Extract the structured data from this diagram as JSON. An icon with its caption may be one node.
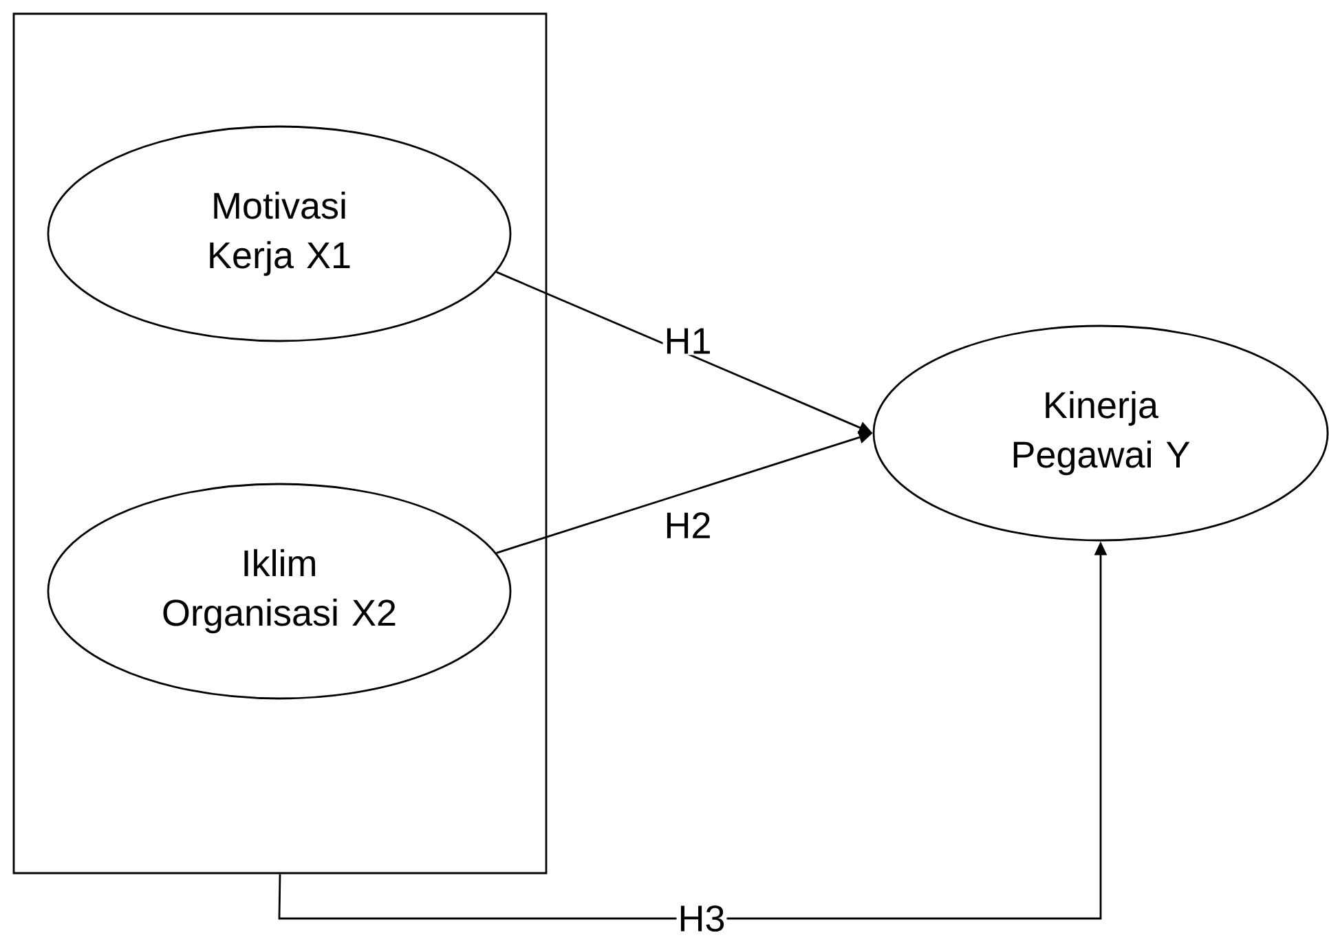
{
  "diagram": {
    "nodes": [
      {
        "text": [],
        "shape": "box"
      },
      {
        "text": [
          "Motivasi Kerja X1"
        ],
        "in": 0
      },
      {
        "text": [
          "Iklim Organisasi X2"
        ],
        "in": 0
      },
      {
        "text": [
          "Kinerja Pegawai Y"
        ]
      }
    ],
    "edges": [
      {
        "from": 1,
        "to": 3,
        "arrow": "to",
        "label": "H1"
      },
      {
        "from": 2,
        "to": 3,
        "arrow": "to",
        "label": "H2"
      },
      {
        "from": 0,
        "to": 3,
        "arrow": "to",
        "label": "H3"
      }
    ]
  }
}
